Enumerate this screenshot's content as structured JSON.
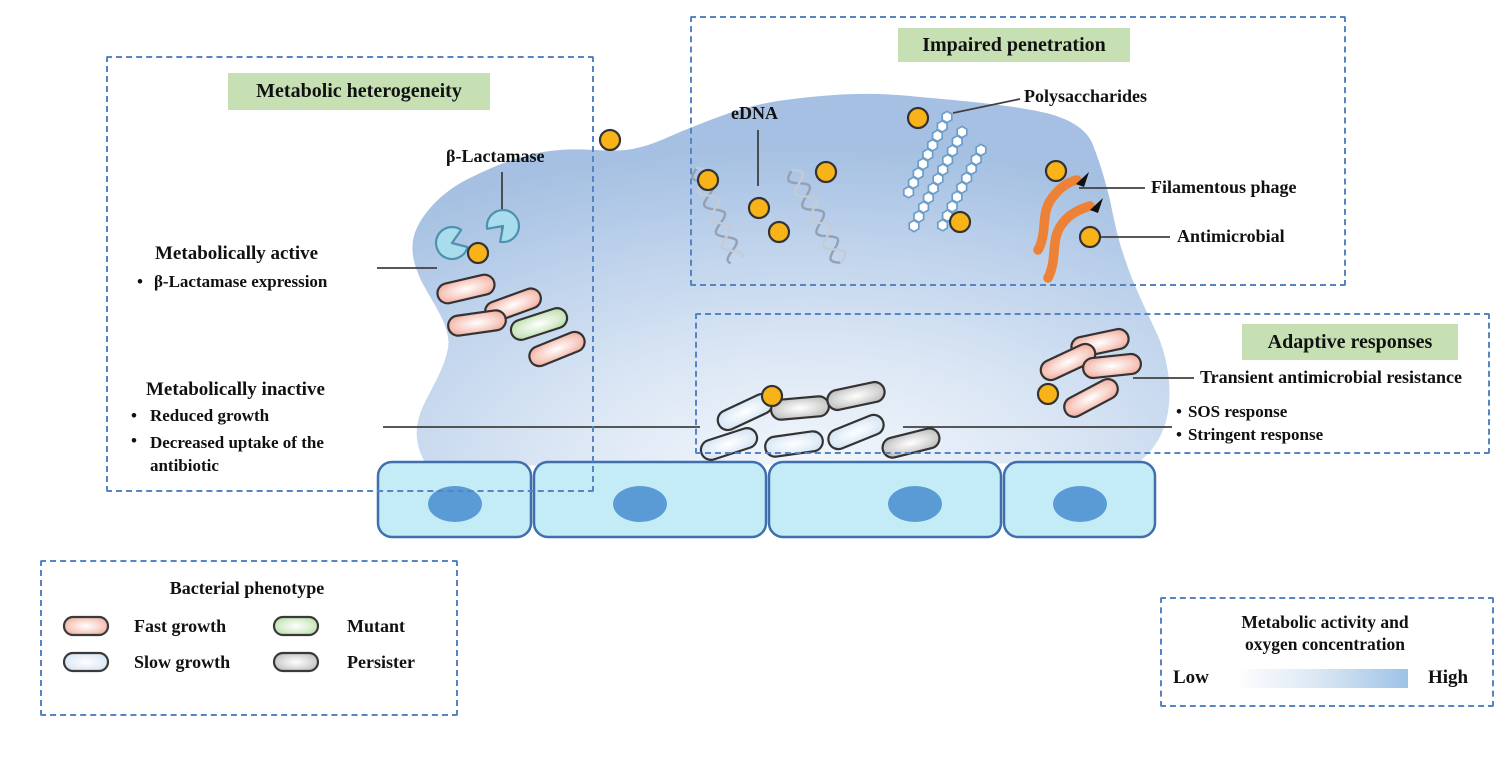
{
  "glyphs": {
    "bullet": "•"
  },
  "colors": {
    "dashed_border": "#5585c2",
    "title_bg": "#c6e0b4",
    "biofilm_edge": "#a5c0e2",
    "biofilm_center": "#f2f6fb",
    "cell_fill": "#c3ecf6",
    "cell_border": "#3f6fad",
    "nucleus": "#5b9bd5",
    "antimicrobial": "#f7b318",
    "phage": "#ed8136",
    "enzyme": "#a9dcec",
    "connector": "#404040"
  },
  "boxes": {
    "metabolic_heterogeneity": {
      "title": "Metabolic heterogeneity"
    },
    "impaired_penetration": {
      "title": "Impaired penetration"
    },
    "adaptive_responses": {
      "title": "Adaptive responses"
    }
  },
  "labels": {
    "beta_lactamase": "β-Lactamase",
    "metabolically_active": "Metabolically active",
    "active_bullet_1": "β-Lactamase expression",
    "metabolically_inactive": "Metabolically inactive",
    "inactive_bullet_1": "Reduced growth",
    "inactive_bullet_2": "Decreased uptake of the antibiotic",
    "edna": "eDNA",
    "polysaccharides": "Polysaccharides",
    "filamentous_phage": "Filamentous phage",
    "antimicrobial": "Antimicrobial",
    "transient_resistance": "Transient antimicrobial resistance",
    "adaptive_bullet_1": "SOS response",
    "adaptive_bullet_2": "Stringent response"
  },
  "legends": {
    "bacterial_phenotype": {
      "title": "Bacterial phenotype",
      "items": [
        {
          "label": "Fast growth",
          "color": "#ef927e"
        },
        {
          "label": "Slow growth",
          "color": "#c3d9f0"
        },
        {
          "label": "Mutant",
          "color": "#a3d48e"
        },
        {
          "label": "Persister",
          "color": "#a6a6a6"
        }
      ]
    },
    "metabolic_activity": {
      "title_line1": "Metabolic activity and",
      "title_line2": "oxygen concentration",
      "low": "Low",
      "high": "High"
    }
  }
}
